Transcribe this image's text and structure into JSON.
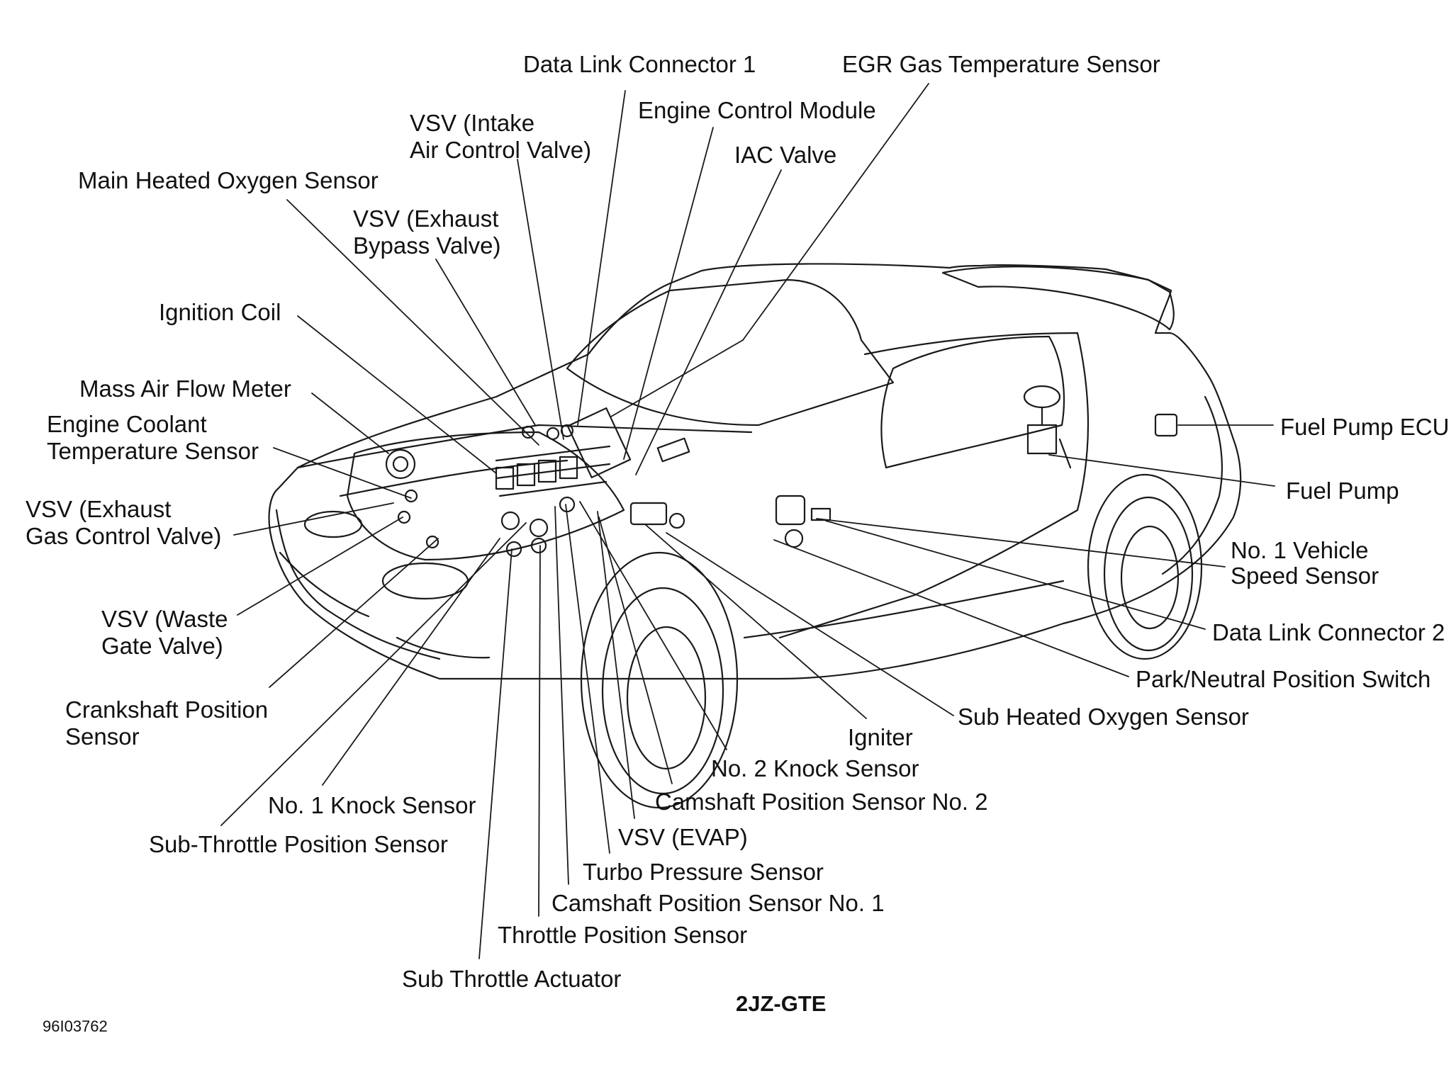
{
  "caption": "2JZ-GTE",
  "figure_code": "96I03762",
  "labels": {
    "data_link_connector_1": "Data Link Connector 1",
    "egr_gas_temp_sensor": "EGR Gas Temperature Sensor",
    "engine_control_module": "Engine Control Module",
    "vsv_intake_1": "VSV (Intake",
    "vsv_intake_2": "Air Control Valve)",
    "iac_valve": "IAC Valve",
    "main_heated_o2": "Main Heated Oxygen Sensor",
    "vsv_exhaust_bypass_1": "VSV (Exhaust",
    "vsv_exhaust_bypass_2": "Bypass Valve)",
    "ignition_coil": "Ignition Coil",
    "mass_air_flow_meter": "Mass Air Flow Meter",
    "ect_sensor_1": "Engine Coolant",
    "ect_sensor_2": "Temperature Sensor",
    "vsv_exhaust_gas_1": "VSV (Exhaust",
    "vsv_exhaust_gas_2": "Gas Control Valve)",
    "vsv_waste_gate_1": "VSV (Waste",
    "vsv_waste_gate_2": "Gate Valve)",
    "crankshaft_pos_1": "Crankshaft Position",
    "crankshaft_pos_2": "Sensor",
    "no1_knock": "No. 1 Knock Sensor",
    "sub_throttle_pos": "Sub-Throttle Position Sensor",
    "sub_throttle_actuator": "Sub Throttle Actuator",
    "throttle_pos": "Throttle Position Sensor",
    "camshaft_pos_1": "Camshaft Position Sensor No. 1",
    "turbo_pressure": "Turbo Pressure Sensor",
    "vsv_evap": "VSV (EVAP)",
    "camshaft_pos_2": "Camshaft Position Sensor No. 2",
    "no2_knock": "No. 2 Knock Sensor",
    "igniter": "Igniter",
    "sub_heated_o2": "Sub Heated Oxygen Sensor",
    "park_neutral_switch": "Park/Neutral Position Switch",
    "data_link_connector_2": "Data Link Connector 2",
    "no1_vss_1": "No. 1 Vehicle",
    "no1_vss_2": "Speed Sensor",
    "fuel_pump": "Fuel Pump",
    "fuel_pump_ecu": "Fuel Pump ECU"
  }
}
